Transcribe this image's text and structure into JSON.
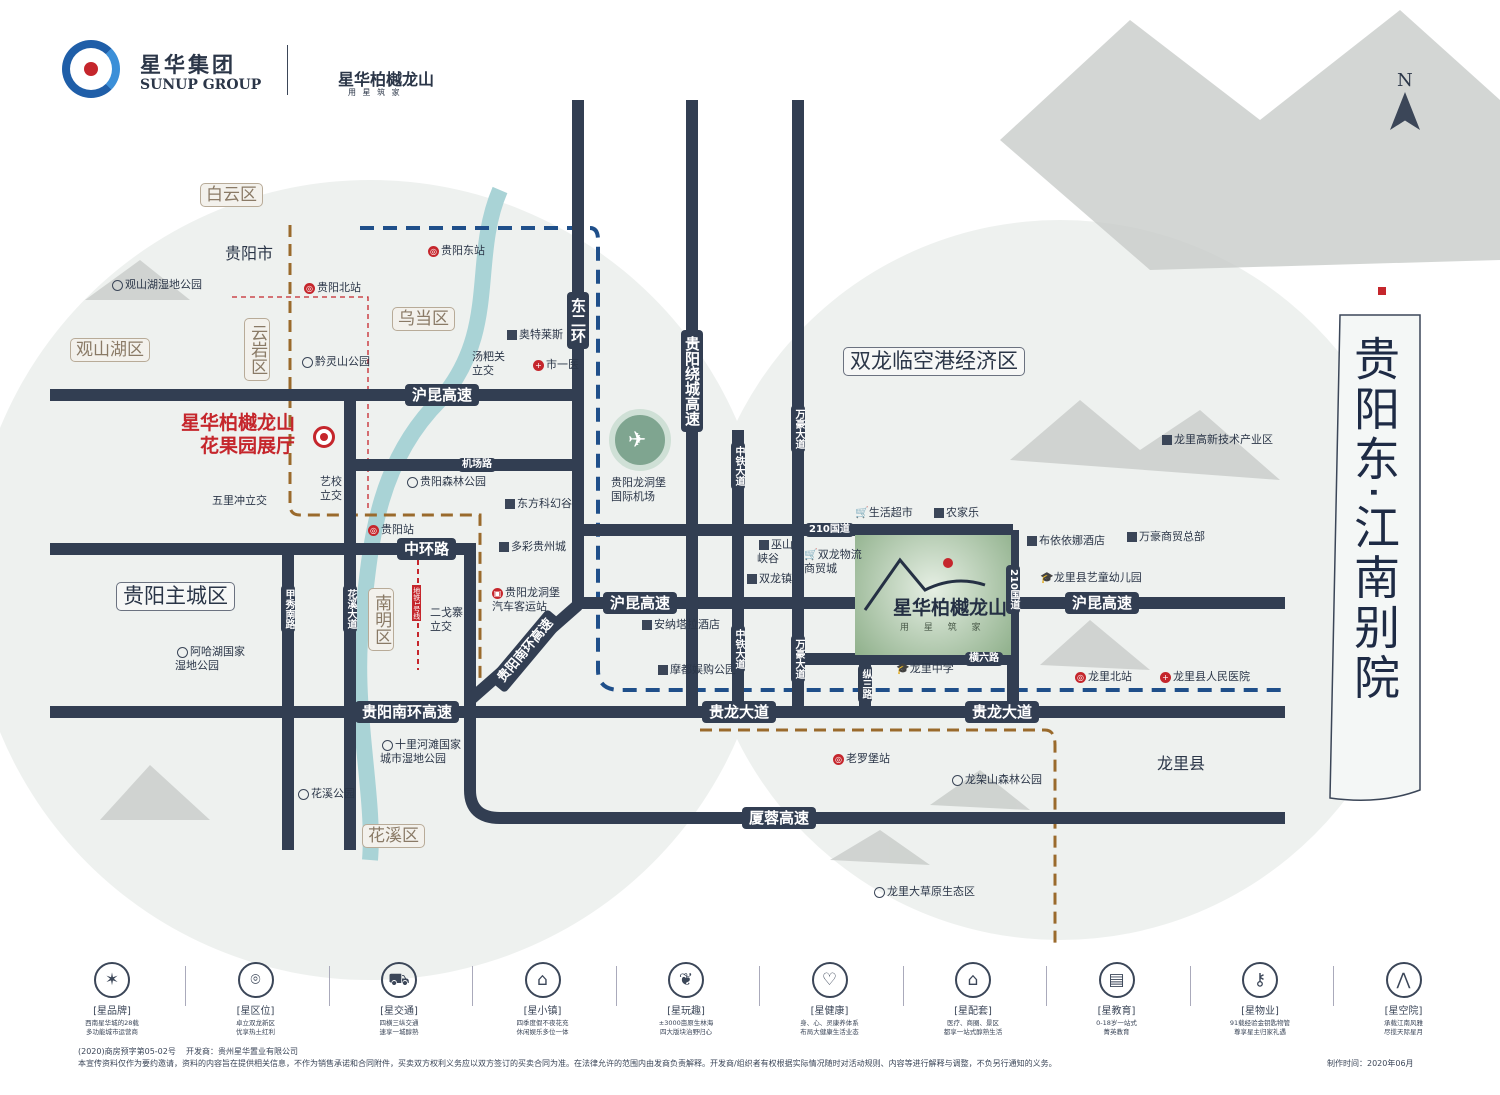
{
  "header": {
    "brand_cn": "星华集团",
    "brand_en": "SUNUP GROUP",
    "project_logo": "星华柏樾龙山",
    "project_slogan": "用 星 筑 家",
    "compass": "N"
  },
  "title": {
    "main": "贵阳东·江南别院"
  },
  "districts": [
    "白云区",
    "观山湖区",
    "云岩区",
    "乌当区",
    "南明区",
    "花溪区"
  ],
  "areas": {
    "guiyang_city": "贵阳市",
    "guiyang_main": "贵阳主城区",
    "shuanglong": "双龙临空港经济区",
    "longli": "龙里县"
  },
  "roads": {
    "hukun_west": "沪昆高速",
    "hukun_mid": "沪昆高速",
    "hukun_east": "沪昆高速",
    "dong_erhuan": "东二环",
    "raocheng": "贵阳绕城高速",
    "wanhao1": "万豪大道",
    "wanhao2": "万豪大道",
    "zhongtie1": "中铁大道",
    "zhongtie2": "中铁大道",
    "g210h": "210国道",
    "g210v": "210国道",
    "zhonghuan": "中环路",
    "nanhuan": "贵阳南环高速",
    "nanhuan_diag": "贵阳南环高速",
    "guilong1": "贵龙大道",
    "guilong2": "贵龙大道",
    "xiarong": "厦蓉高速",
    "jichang": "机场路",
    "jiaxiu": "甲秀南路",
    "huaxi": "花溪大道",
    "hengliu": "横六路",
    "zongsan": "纵三路",
    "metro": "地铁1号线"
  },
  "showroom": {
    "line1": "星华柏樾龙山",
    "line2": "花果园展厅"
  },
  "pois": [
    {
      "text": "贵阳东站",
      "type": "rail"
    },
    {
      "text": "贵阳北站",
      "type": "rail"
    },
    {
      "text": "观山湖湿地公园",
      "type": "park"
    },
    {
      "text": "黔灵山公园",
      "type": "park"
    },
    {
      "text": "奥特莱斯",
      "type": "building"
    },
    {
      "text": "汤粑关\n立交",
      "type": "none"
    },
    {
      "text": "市一医",
      "type": "hospital"
    },
    {
      "text": "贵阳森林公园",
      "type": "park"
    },
    {
      "text": "艺校\n立交",
      "type": "none"
    },
    {
      "text": "五里冲立交",
      "type": "none"
    },
    {
      "text": "东方科幻谷",
      "type": "building"
    },
    {
      "text": "贵阳站",
      "type": "rail"
    },
    {
      "text": "多彩贵州城",
      "type": "building"
    },
    {
      "text": "贵阳龙洞堡\n国际机场",
      "type": "airport"
    },
    {
      "text": "贵阳龙洞堡\n汽车客运站",
      "type": "bus"
    },
    {
      "text": "二戈寨\n立交",
      "type": "none"
    },
    {
      "text": "阿哈湖国家\n湿地公园",
      "type": "park"
    },
    {
      "text": "十里河滩国家\n城市湿地公园",
      "type": "park"
    },
    {
      "text": "花溪公园",
      "type": "park"
    },
    {
      "text": "安纳塔拉酒店",
      "type": "building"
    },
    {
      "text": "摩都娱购公园",
      "type": "building"
    },
    {
      "text": "巫山\n峡谷",
      "type": "building"
    },
    {
      "text": "双龙镇",
      "type": "building"
    },
    {
      "text": "双龙物流\n商贸城",
      "type": "shop"
    },
    {
      "text": "生活超市",
      "type": "shop"
    },
    {
      "text": "农家乐",
      "type": "building"
    },
    {
      "text": "布依依娜酒店",
      "type": "building"
    },
    {
      "text": "万豪商贸总部",
      "type": "building"
    },
    {
      "text": "龙里县艺童幼儿园",
      "type": "school"
    },
    {
      "text": "龙里中学",
      "type": "school"
    },
    {
      "text": "龙里北站",
      "type": "rail"
    },
    {
      "text": "龙里县人民医院",
      "type": "hospital"
    },
    {
      "text": "龙里高新技术产业区",
      "type": "building"
    },
    {
      "text": "老罗堡站",
      "type": "rail"
    },
    {
      "text": "龙架山森林公园",
      "type": "park"
    },
    {
      "text": "龙里大草原生态区",
      "type": "park"
    }
  ],
  "features": [
    {
      "title": "[星品牌]",
      "desc": "西南星华城的28载\n多功能城市运营商",
      "icon": "star-icon"
    },
    {
      "title": "[星区位]",
      "desc": "卓立双龙新区\n优享热土红利",
      "icon": "location-pin-icon"
    },
    {
      "title": "[星交通]",
      "desc": "四横三纵交通\n速享一城醇熟",
      "icon": "car-icon"
    },
    {
      "title": "[星小镇]",
      "desc": "四季度假不夜花充\n休闲娱乐多位一体",
      "icon": "town-icon"
    },
    {
      "title": "[星玩趣]",
      "desc": "±3000亩原生林海\n四大版块治野归心",
      "icon": "plant-icon"
    },
    {
      "title": "[星健康]",
      "desc": "身、心、灵康养体系\n布局大健康生活业态",
      "icon": "heart-icon"
    },
    {
      "title": "[星配套]",
      "desc": "医疗、商圈、景区\n都享一站式醇熟生活",
      "icon": "houses-icon"
    },
    {
      "title": "[星教育]",
      "desc": "0-18岁一站式\n菁英教育",
      "icon": "books-icon"
    },
    {
      "title": "[星物业]",
      "desc": "91载经验金钥匙物管\n尊享星主归家礼遇",
      "icon": "key-icon"
    },
    {
      "title": "[星空院]",
      "desc": "承载江南风雅\n尽揽天际星月",
      "icon": "roof-icon"
    }
  ],
  "footer": {
    "permit": "(2020)商房预字第05-02号",
    "developer": "开发商：贵州星华置业有限公司",
    "disclaimer": "本宣传资料仅作为要约邀请，资料的内容旨在提供相关信息，不作为销售承诺和合同附件，买卖双方权利义务应以双方签订的买卖合同为准。在法律允许的范围内由发商负责解释。开发商/组织者有权根据实际情况随时对活动规则、内容等进行解释与调整，不负另行通知的义务。",
    "date": "制作时间：2020年06月"
  },
  "colors": {
    "road": "#323e52",
    "accent": "#c5262c",
    "river": "#a9d3d6",
    "brown": "#9a6a2c",
    "blue_dash": "#1f4f8a"
  }
}
